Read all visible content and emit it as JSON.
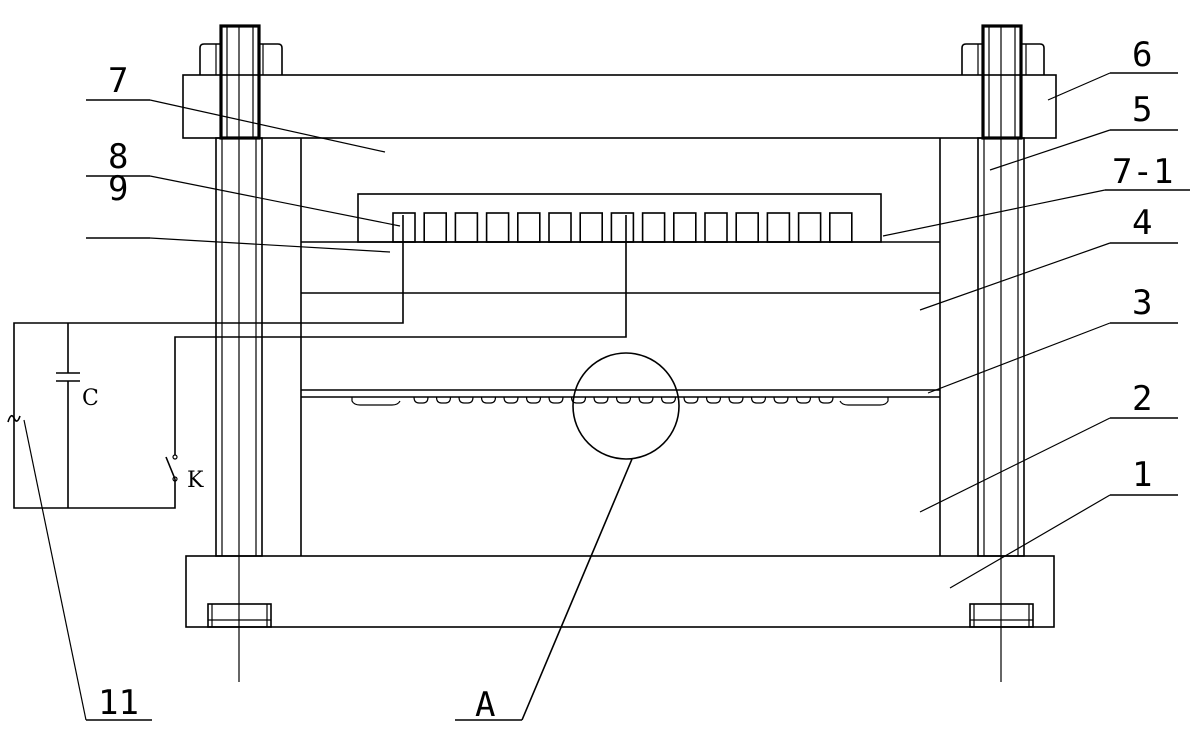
{
  "labels": {
    "l1": "1",
    "l2": "2",
    "l3": "3",
    "l4": "4",
    "l5": "5",
    "l6": "6",
    "l7": "7",
    "l7_1": "7-1",
    "l8": "8",
    "l9": "9",
    "l11": "11",
    "lA": "A",
    "lC": "C",
    "lK": "K"
  }
}
